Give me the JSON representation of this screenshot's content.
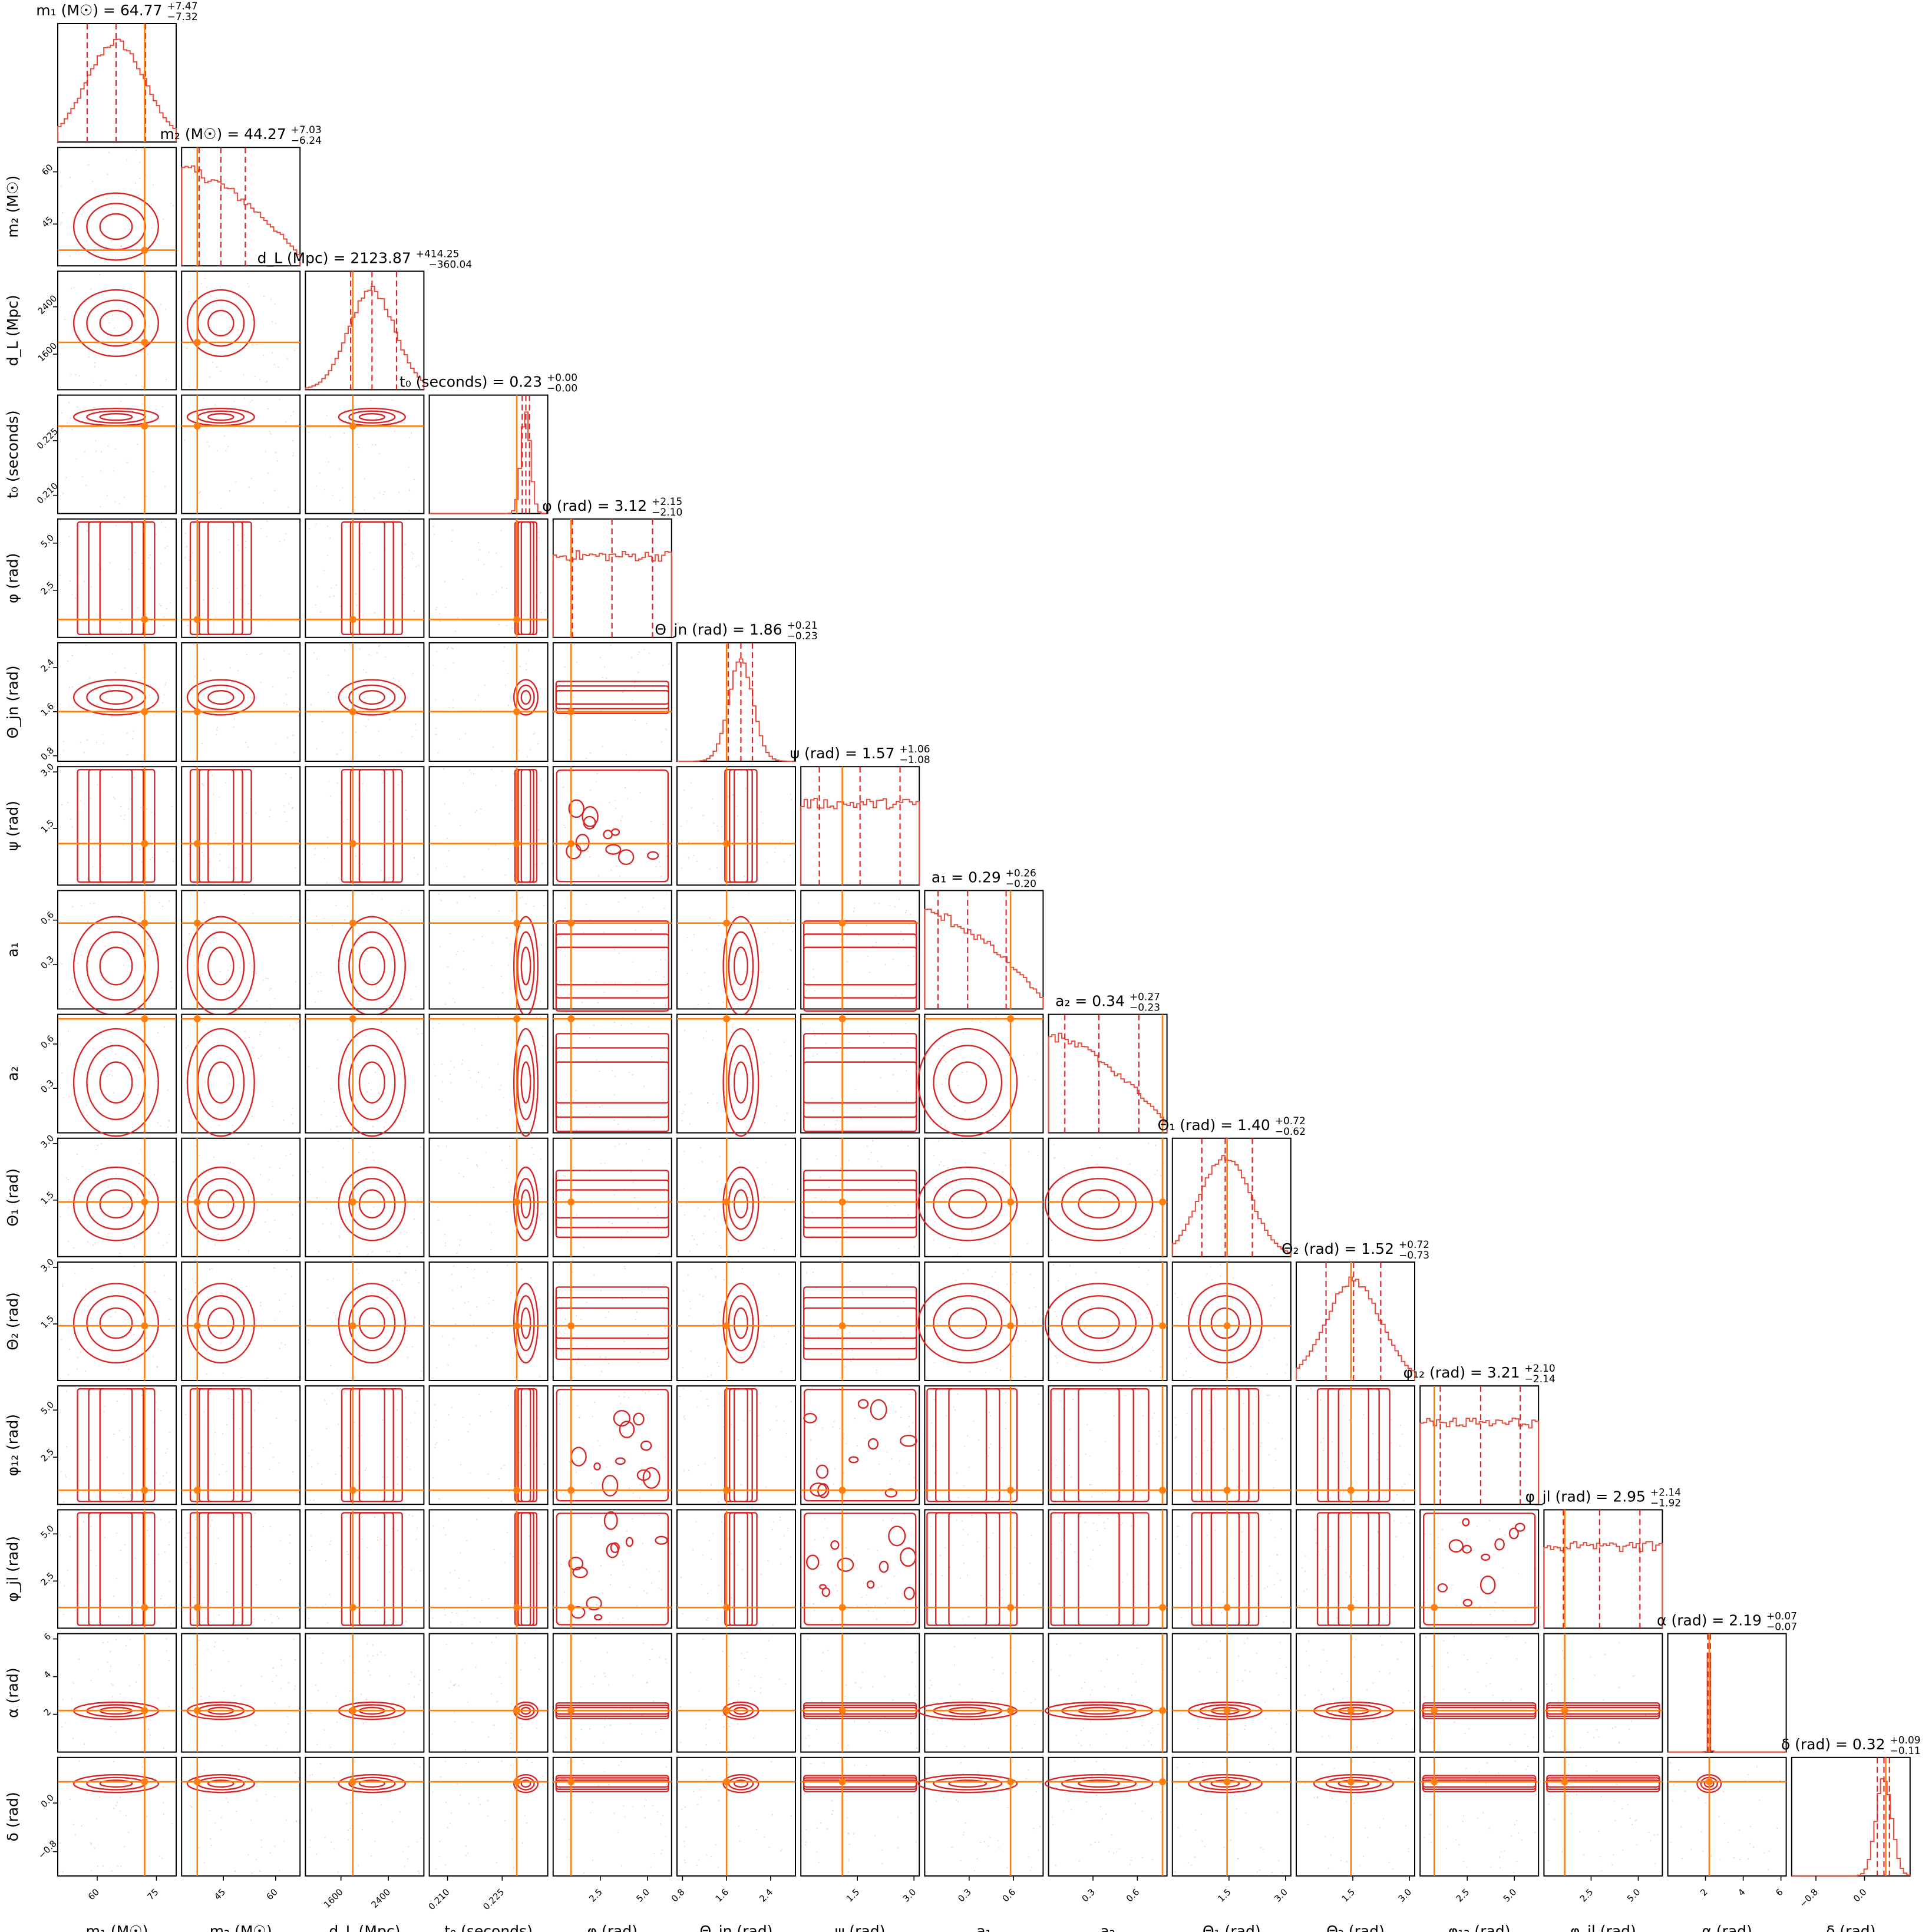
{
  "chart_data": {
    "type": "corner",
    "colors": {
      "posterior": "#d62728",
      "histogram": "#e74c3c",
      "truth": "#ff7f0e",
      "samples": "#f08080"
    },
    "contour_levels": [
      "1-sigma",
      "2-sigma",
      "3-sigma"
    ],
    "parameters": [
      {
        "id": "m1",
        "label": "m₁ (M☉)",
        "title": "m₁ (M☉) = 64.77",
        "err_plus": "+7.47",
        "err_minus": "−7.32",
        "median": 64.77,
        "q_lo": 57.45,
        "q_hi": 72.24,
        "truth": 72.0,
        "range": [
          50,
          80
        ],
        "ticks": [
          60,
          75
        ],
        "tick_labels": [
          "60",
          "75"
        ],
        "hist": "gauss"
      },
      {
        "id": "m2",
        "label": "m₂ (M☉)",
        "title": "m₂ (M☉) = 44.27",
        "err_plus": "+7.03",
        "err_minus": "−6.24",
        "median": 44.27,
        "q_lo": 38.03,
        "q_hi": 51.3,
        "truth": 37.5,
        "range": [
          33,
          67
        ],
        "ticks": [
          45,
          60
        ],
        "tick_labels": [
          "45",
          "60"
        ],
        "hist": "decay"
      },
      {
        "id": "dL",
        "label": "d_L (Mpc)",
        "title": "d_L (Mpc) = 2123.87",
        "err_plus": "+414.25",
        "err_minus": "−360.04",
        "median": 2123.87,
        "q_lo": 1763.83,
        "q_hi": 2538.12,
        "truth": 1800,
        "range": [
          1000,
          3000
        ],
        "ticks": [
          1600,
          2400
        ],
        "tick_labels": [
          "1600",
          "2400"
        ],
        "hist": "gauss"
      },
      {
        "id": "t0",
        "label": "t₀ (seconds)",
        "title": "t₀ (seconds) = 0.23",
        "err_plus": "+0.00",
        "err_minus": "−0.00",
        "median": 0.2315,
        "q_lo": 0.2305,
        "q_hi": 0.2325,
        "truth": 0.229,
        "range": [
          0.205,
          0.2375
        ],
        "ticks": [
          0.21,
          0.225
        ],
        "tick_labels": [
          "0.210",
          "0.225"
        ],
        "hist": "narrow"
      },
      {
        "id": "phi",
        "label": "φ (rad)",
        "title": "φ (rad) = 3.12",
        "err_plus": "+2.15",
        "err_minus": "−2.10",
        "median": 3.12,
        "q_lo": 1.02,
        "q_hi": 5.27,
        "truth": 0.95,
        "range": [
          0,
          6.28
        ],
        "ticks": [
          2.5,
          5.0
        ],
        "tick_labels": [
          "2.5",
          "5.0"
        ],
        "hist": "flat"
      },
      {
        "id": "theta_jn",
        "label": "Θ_jn (rad)",
        "title": "Θ_jn (rad) = 1.86",
        "err_plus": "+0.21",
        "err_minus": "−0.23",
        "median": 1.86,
        "q_lo": 1.63,
        "q_hi": 2.07,
        "truth": 1.6,
        "range": [
          0.7,
          2.85
        ],
        "ticks": [
          0.8,
          1.6,
          2.4
        ],
        "tick_labels": [
          "0.8",
          "1.6",
          "2.4"
        ],
        "hist": "gauss"
      },
      {
        "id": "psi",
        "label": "ψ (rad)",
        "title": "ψ (rad) = 1.57",
        "err_plus": "+1.06",
        "err_minus": "−1.08",
        "median": 1.57,
        "q_lo": 0.49,
        "q_hi": 2.63,
        "truth": 1.1,
        "range": [
          0,
          3.14
        ],
        "ticks": [
          1.5,
          3.0
        ],
        "tick_labels": [
          "1.5",
          "3.0"
        ],
        "hist": "flat"
      },
      {
        "id": "a1",
        "label": "a₁",
        "title": "a₁ = 0.29",
        "err_plus": "+0.26",
        "err_minus": "−0.20",
        "median": 0.29,
        "q_lo": 0.09,
        "q_hi": 0.55,
        "truth": 0.58,
        "range": [
          0,
          0.8
        ],
        "ticks": [
          0.3,
          0.6
        ],
        "tick_labels": [
          "0.3",
          "0.6"
        ],
        "hist": "decay"
      },
      {
        "id": "a2",
        "label": "a₂",
        "title": "a₂ = 0.34",
        "err_plus": "+0.27",
        "err_minus": "−0.23",
        "median": 0.34,
        "q_lo": 0.11,
        "q_hi": 0.61,
        "truth": 0.77,
        "range": [
          0,
          0.8
        ],
        "ticks": [
          0.3,
          0.6
        ],
        "tick_labels": [
          "0.3",
          "0.6"
        ],
        "hist": "decay"
      },
      {
        "id": "theta1",
        "label": "Θ₁ (rad)",
        "title": "Θ₁ (rad) = 1.40",
        "err_plus": "+0.72",
        "err_minus": "−0.62",
        "median": 1.4,
        "q_lo": 0.78,
        "q_hi": 2.12,
        "truth": 1.45,
        "range": [
          0,
          3.14
        ],
        "ticks": [
          1.5,
          3.0
        ],
        "tick_labels": [
          "1.5",
          "3.0"
        ],
        "hist": "gauss"
      },
      {
        "id": "theta2",
        "label": "Θ₂ (rad)",
        "title": "Θ₂ (rad) = 1.52",
        "err_plus": "+0.72",
        "err_minus": "−0.73",
        "median": 1.52,
        "q_lo": 0.79,
        "q_hi": 2.24,
        "truth": 1.45,
        "range": [
          0,
          3.14
        ],
        "ticks": [
          1.5,
          3.0
        ],
        "tick_labels": [
          "1.5",
          "3.0"
        ],
        "hist": "gauss"
      },
      {
        "id": "phi12",
        "label": "φ₁₂ (rad)",
        "title": "φ₁₂ (rad) = 3.21",
        "err_plus": "+2.10",
        "err_minus": "−2.14",
        "median": 3.21,
        "q_lo": 1.07,
        "q_hi": 5.31,
        "truth": 0.75,
        "range": [
          0,
          6.28
        ],
        "ticks": [
          2.5,
          5.0
        ],
        "tick_labels": [
          "2.5",
          "5.0"
        ],
        "hist": "flat"
      },
      {
        "id": "phijl",
        "label": "φ_jl (rad)",
        "title": "φ_jl (rad) = 2.95",
        "err_plus": "+2.14",
        "err_minus": "−1.92",
        "median": 2.95,
        "q_lo": 1.03,
        "q_hi": 5.09,
        "truth": 1.1,
        "range": [
          0,
          6.28
        ],
        "ticks": [
          2.5,
          5.0
        ],
        "tick_labels": [
          "2.5",
          "5.0"
        ],
        "hist": "flat"
      },
      {
        "id": "alpha",
        "label": "α (rad)",
        "title": "α (rad) = 2.19",
        "err_plus": "+0.07",
        "err_minus": "−0.07",
        "median": 2.19,
        "q_lo": 2.12,
        "q_hi": 2.26,
        "truth": 2.2,
        "range": [
          0,
          6.28
        ],
        "ticks": [
          2,
          4,
          6
        ],
        "tick_labels": [
          "2",
          "4",
          "6"
        ],
        "hist": "spike"
      },
      {
        "id": "delta",
        "label": "δ (rad)",
        "title": "δ (rad) = 0.32",
        "err_plus": "+0.09",
        "err_minus": "−0.11",
        "median": 0.32,
        "q_lo": 0.21,
        "q_hi": 0.41,
        "truth": 0.35,
        "range": [
          -1.2,
          0.75
        ],
        "ticks": [
          -0.8,
          0.0
        ],
        "tick_labels": [
          "−0.8",
          "0.0"
        ],
        "hist": "narrow"
      }
    ]
  }
}
